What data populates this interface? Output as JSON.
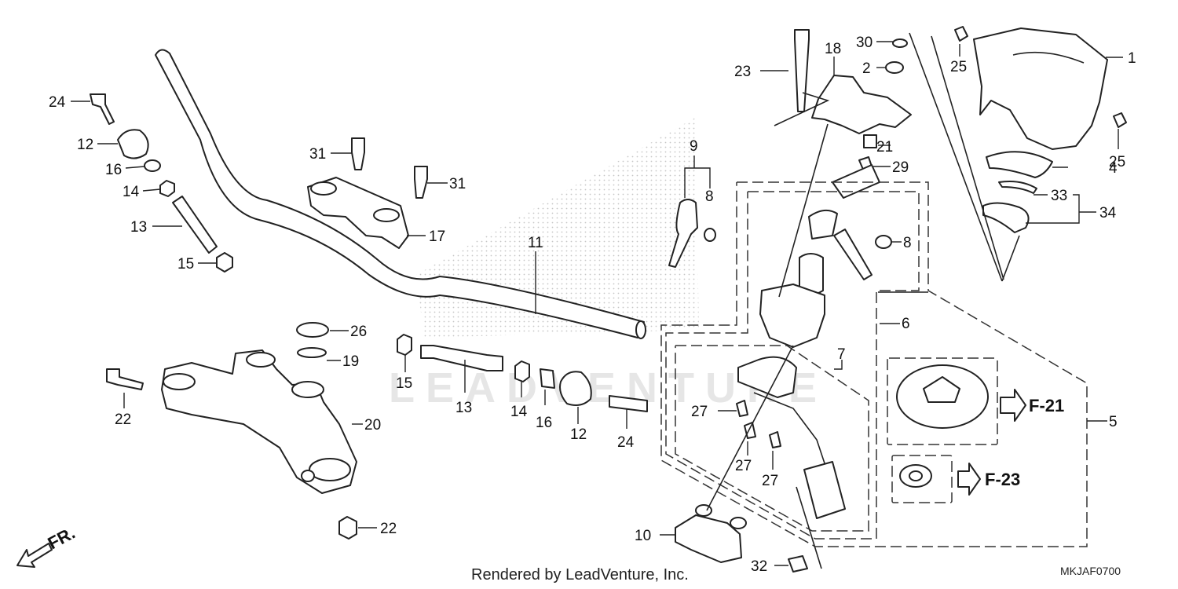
{
  "diagram": {
    "footer_text": "Rendered by LeadVenture, Inc.",
    "diagram_code": "MKJAF0700",
    "watermark": "LEADVENTURE",
    "front_indicator": "FR.",
    "ref_f21": "F-21",
    "ref_f23": "F-23",
    "labels": {
      "l1": "1",
      "l2": "2",
      "l4": "4",
      "l5": "5",
      "l6": "6",
      "l7": "7",
      "l8a": "8",
      "l8b": "8",
      "l9": "9",
      "l10": "10",
      "l11": "11",
      "l12a": "12",
      "l12b": "12",
      "l13a": "13",
      "l13b": "13",
      "l14a": "14",
      "l14b": "14",
      "l15a": "15",
      "l15b": "15",
      "l16a": "16",
      "l16b": "16",
      "l17": "17",
      "l18": "18",
      "l19": "19",
      "l20": "20",
      "l21": "21",
      "l22a": "22",
      "l22b": "22",
      "l23": "23",
      "l24a": "24",
      "l24b": "24",
      "l25a": "25",
      "l25b": "25",
      "l26": "26",
      "l27a": "27",
      "l27b": "27",
      "l27c": "27",
      "l29": "29",
      "l30": "30",
      "l31a": "31",
      "l31b": "31",
      "l32": "32",
      "l33": "33",
      "l34": "34"
    }
  }
}
